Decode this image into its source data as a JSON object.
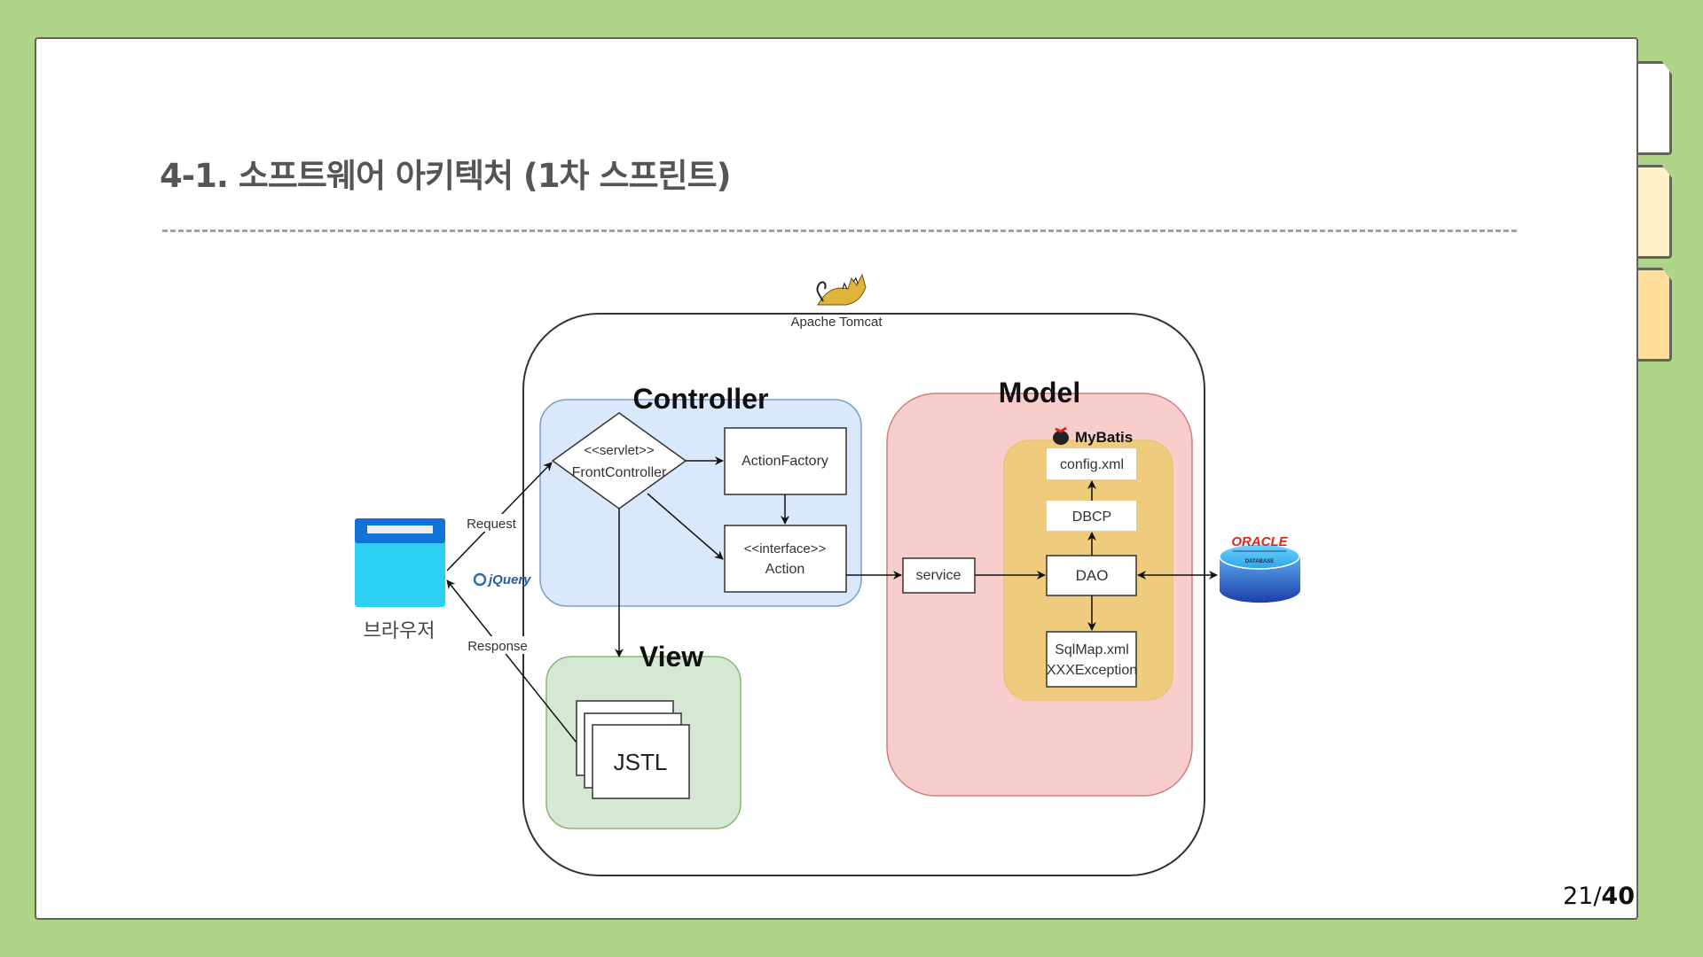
{
  "slide": {
    "title": "4-1. 소프트웨어 아키텍처 (1차 스프린트)",
    "page_current": "21",
    "page_separator": "/",
    "page_total": "40",
    "colors": {
      "background": "#b0d488",
      "frame_border": "#5f6658",
      "tab_2": "#fff0c8",
      "tab_3": "#ffdd9a"
    }
  },
  "diagram": {
    "container": {
      "label": "Apache Tomcat",
      "icon": "tomcat-logo-icon"
    },
    "client": {
      "label": "브라우저",
      "icon": "browser-window-icon"
    },
    "client_library": {
      "label": "jQuery",
      "icon": "jquery-logo-icon"
    },
    "edges_labels": {
      "request": "Request",
      "response": "Response"
    },
    "controller": {
      "title": "Controller",
      "color": "#dae8fc",
      "front_controller": {
        "stereotype": "<<servlet>>",
        "name": "FrontController"
      },
      "action_factory": {
        "name": "ActionFactory"
      },
      "action": {
        "stereotype": "<<interface>>",
        "name": "Action"
      }
    },
    "view": {
      "title": "View",
      "color": "#d5e8d4",
      "pages": {
        "name": "JSTL"
      }
    },
    "model": {
      "title": "Model",
      "color": "#f8cecc",
      "service": {
        "name": "service"
      },
      "mybatis": {
        "label": "MyBatis",
        "icon": "mybatis-logo-icon",
        "color": "#efcb7e",
        "config": "config.xml",
        "dbcp": "DBCP",
        "dao": "DAO",
        "sqlmap_line1": "SqlMap.xml",
        "sqlmap_line2": "XXXException"
      }
    },
    "database": {
      "brand": "ORACLE",
      "label": "DATABASE",
      "icon": "oracle-database-icon"
    }
  }
}
